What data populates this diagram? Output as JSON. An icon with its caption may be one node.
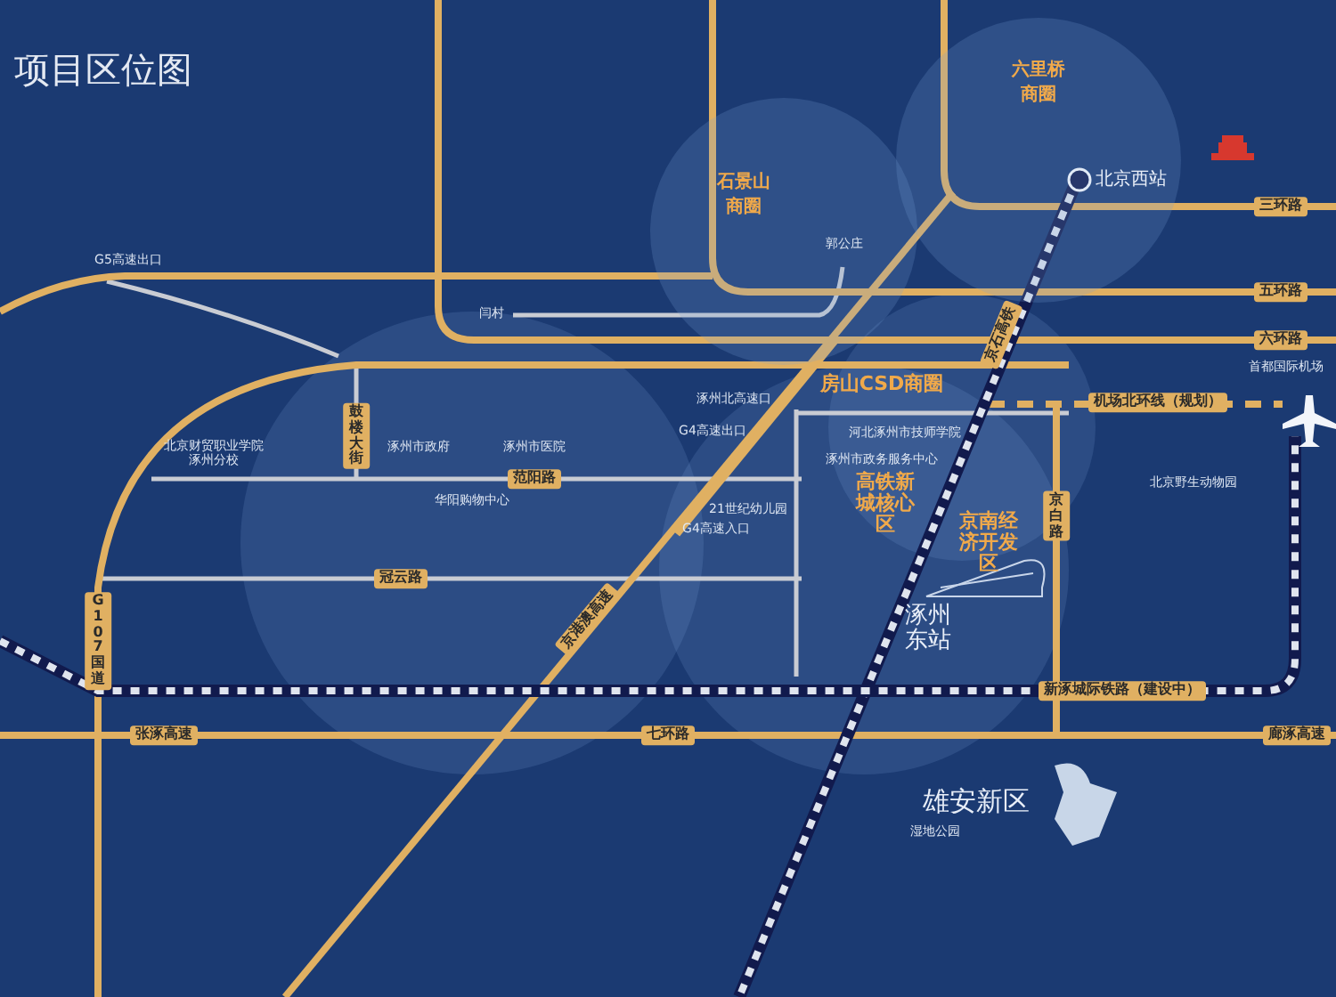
{
  "diagram": {
    "title": "项目区位图",
    "nodes": [
      {
        "text": [
          "六里桥商圈"
        ]
      },
      {
        "text": [
          "石景山商圈"
        ]
      }
    ],
    "labels": [
      "G5高速出口",
      "闫村",
      "郭公庄",
      "北京西站",
      "三环路",
      "五环路",
      "六环路",
      "房山CSD商圈",
      "首都国际机场",
      "机场北环线（规划）",
      "京石高铁",
      "涿州北高速口",
      "G4高速出口",
      "河北涿州市技师学院",
      "涿州市政务服务中心",
      "北京野生动物园",
      "高铁新城核心区",
      "京南经济开发区",
      "京白路",
      "21世纪幼儿园",
      "G4高速入口",
      "涿州东站",
      "雄安新区",
      "湿地公园",
      "张涿高速",
      "七环路",
      "廊涿高速",
      "新涿城际铁路（建设中）",
      "G107国道",
      "京港澳高速",
      "范阳路",
      "冠云路",
      "鼓楼大街",
      "涿州市政府",
      "涿州市医院",
      "华阳购物中心",
      "北京财贸职业学院涿州分校"
    ]
  }
}
